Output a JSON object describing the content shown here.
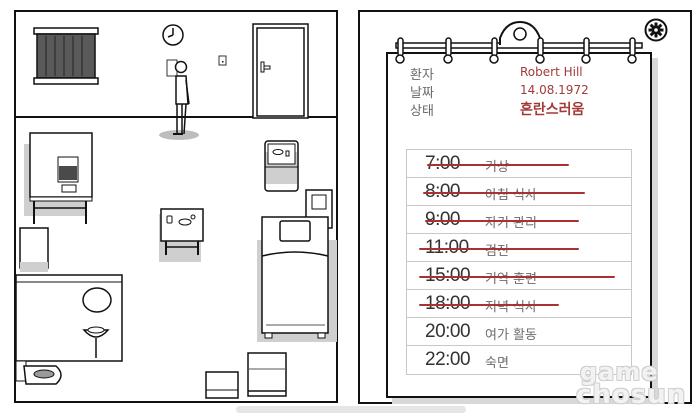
{
  "patient_chart": {
    "labels": {
      "patient": "환자",
      "date": "날짜",
      "status": "상태"
    },
    "values": {
      "patient": "Robert Hill",
      "date": "14.08.1972",
      "status": "혼란스러움"
    }
  },
  "schedule": [
    {
      "time": "7:00",
      "task": "기상",
      "done": true
    },
    {
      "time": "8:00",
      "task": "아침 식사",
      "done": true
    },
    {
      "time": "9:00",
      "task": "자기 관리",
      "done": true
    },
    {
      "time": "11:00",
      "task": "검진",
      "done": true
    },
    {
      "time": "15:00",
      "task": "기억 훈련",
      "done": true
    },
    {
      "time": "18:00",
      "task": "저녁 식사",
      "done": true
    },
    {
      "time": "20:00",
      "task": "여가 활동",
      "done": false
    },
    {
      "time": "22:00",
      "task": "숙면",
      "done": false
    }
  ],
  "watermark": {
    "line1": "game",
    "line2": "chosun"
  },
  "icons": {
    "settings": "gear-icon",
    "clock": "wall-clock-icon"
  },
  "colors": {
    "accent_red": "#a33a3a",
    "strike_red": "#a83232",
    "window_gray": "#5a5a5a",
    "shadow_gray": "#cfcfcf"
  }
}
